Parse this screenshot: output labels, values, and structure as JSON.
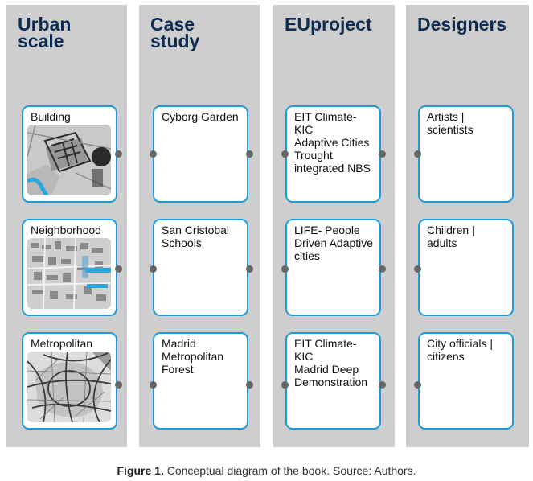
{
  "columns": [
    {
      "title": "Urban\nscale",
      "cards": [
        {
          "label": "Building"
        },
        {
          "label": "Neighborhood"
        },
        {
          "label": "Metropolitan"
        }
      ]
    },
    {
      "title": "Case\nstudy",
      "cards": [
        {
          "label": "Cyborg Garden"
        },
        {
          "label": "San Cristobal\nSchools"
        },
        {
          "label": "Madrid\nMetropolitan\nForest"
        }
      ]
    },
    {
      "title": "EUproject",
      "cards": [
        {
          "label": "EIT Climate-KIC\nAdaptive Cities\nTrought\nintegrated NBS"
        },
        {
          "label": "LIFE- People\nDriven Adaptive\ncities"
        },
        {
          "label": "EIT Climate-KIC\nMadrid Deep\nDemonstration"
        }
      ]
    },
    {
      "title": "Designers",
      "cards": [
        {
          "label": "Artists |\nscientists"
        },
        {
          "label": "Children |\nadults"
        },
        {
          "label": "City officials  |\ncitizens"
        }
      ]
    }
  ],
  "caption": {
    "label": "Figure 1.",
    "text": " Conceptual diagram of the book. Source: Authors."
  },
  "colors": {
    "column_bg": "#cecece",
    "card_border": "#1e9bd7",
    "title": "#0f2d52",
    "connector": "#666666"
  }
}
